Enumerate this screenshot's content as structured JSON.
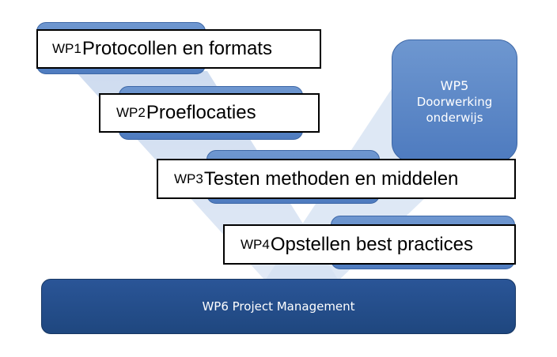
{
  "packages": [
    {
      "code": "WP1",
      "title": "Protocollen en formats"
    },
    {
      "code": "WP2",
      "title": "Proeflocaties"
    },
    {
      "code": "WP3",
      "title": "Testen methoden en middelen"
    },
    {
      "code": "WP4",
      "title": "Opstellen best practices"
    }
  ],
  "wp5": {
    "code": "WP5",
    "line1": "Doorwerking",
    "line2": "onderwijs"
  },
  "wp6": {
    "label": "WP6 Project Management"
  },
  "colors": {
    "bar_blue": "#5b87c6",
    "wp6_navy": "#234d8a",
    "funnel_light": "#c9d8ee"
  }
}
